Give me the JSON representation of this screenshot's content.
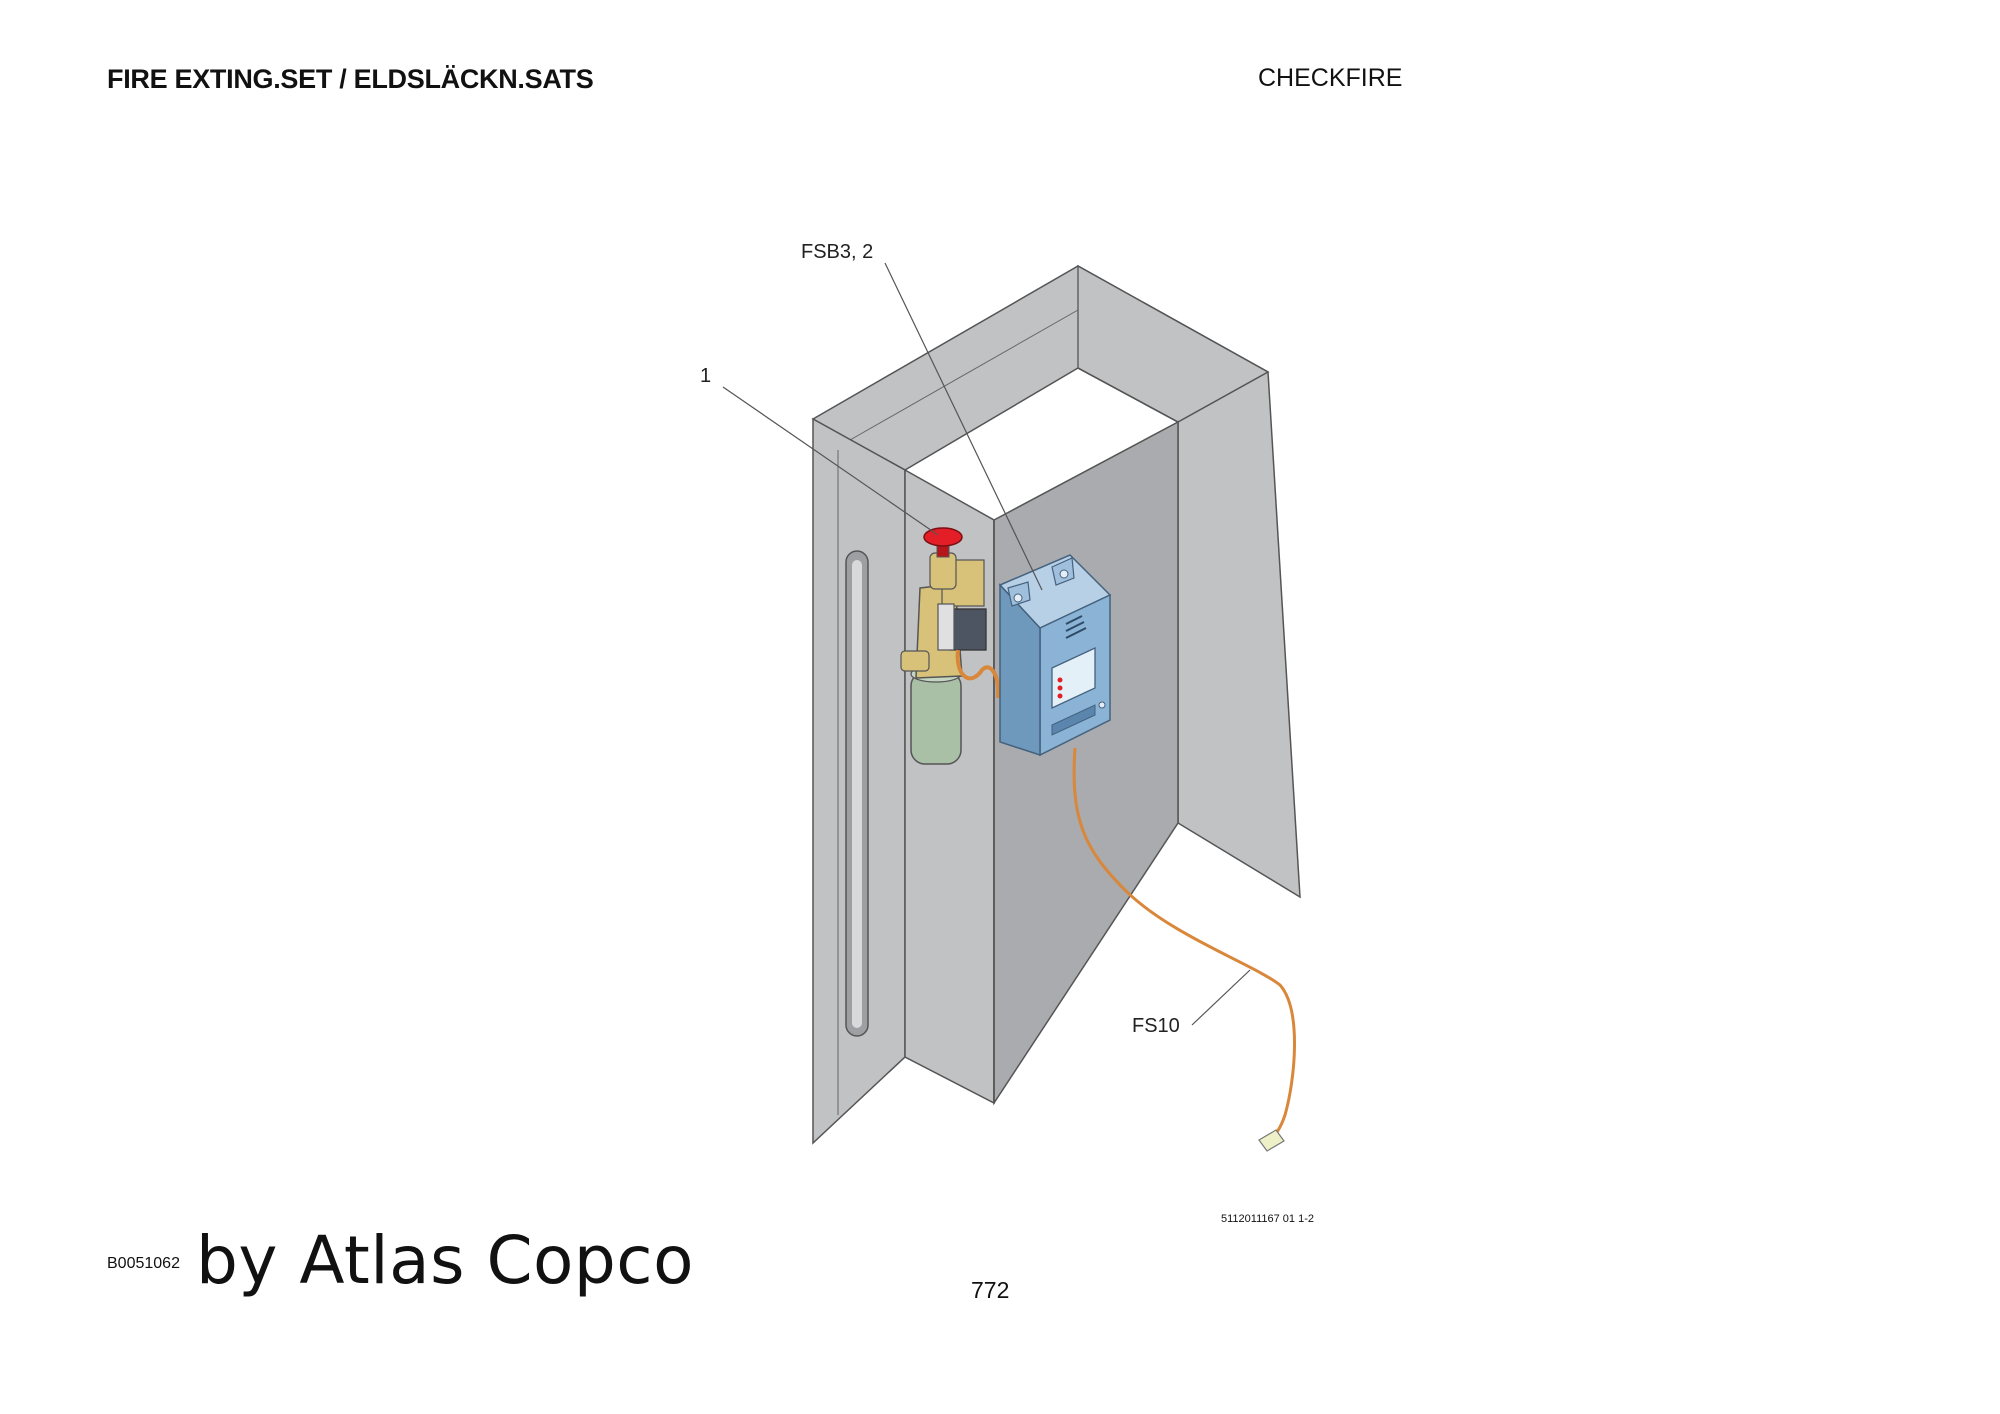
{
  "header": {
    "title": "FIRE EXTING.SET / ELDSLÄCKN.SATS",
    "section": "CHECKFIRE"
  },
  "diagram": {
    "callouts": {
      "fsb": "FSB3, 2",
      "item1": "1",
      "fs10": "FS10"
    },
    "colors": {
      "panel": "#c1c2c4",
      "panel_dark": "#a9abae",
      "outline": "#555555",
      "detector_box": "#8ab3d6",
      "push_button": "#e41e26",
      "valve_brass": "#d8c27a",
      "cylinder": "#a9c0a6",
      "cable": "#d9873b"
    },
    "drawing_number": "5112011167 01 1-2"
  },
  "footer": {
    "doc_id": "B0051062",
    "brand": "by Atlas Copco",
    "page_number": "772"
  }
}
